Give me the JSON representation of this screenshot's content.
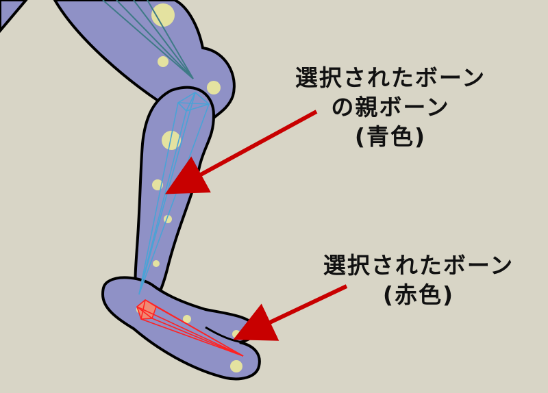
{
  "callouts": {
    "parent_bone": {
      "line1": "選択されたボーン",
      "line2": "の親ボーン",
      "line3": "(青色)",
      "arrow_color": "#c80000",
      "bone_color": "#4aa3d6"
    },
    "selected_bone": {
      "line1": "選択されたボーン",
      "line2": "(赤色)",
      "arrow_color": "#c80000",
      "bone_color": "#ff2222"
    }
  },
  "colors": {
    "background": "#d8d5c6",
    "leg_fill": "#8f91c6",
    "outline": "#000000",
    "spots": "#e4e2a0",
    "dark_bone": "#3e7a86"
  }
}
